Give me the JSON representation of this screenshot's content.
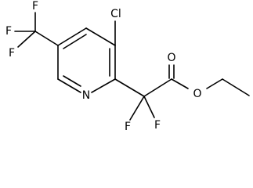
{
  "molecule": {
    "atoms": {
      "f_top": "F",
      "f_left": "F",
      "f_lower": "F",
      "cl": "Cl",
      "n_ring": "N",
      "o_carbonyl": "O",
      "o_ester": "O",
      "f_alpha_left": "F",
      "f_alpha_right": "F"
    }
  }
}
